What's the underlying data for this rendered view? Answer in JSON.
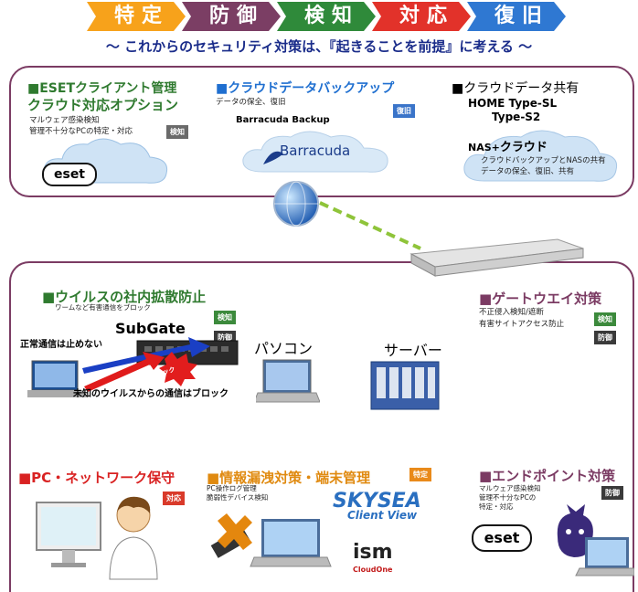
{
  "header": {
    "steps": [
      {
        "label": "特定",
        "color": "#f7a21b"
      },
      {
        "label": "防御",
        "color": "#7b3e64"
      },
      {
        "label": "検知",
        "color": "#2f8a3a"
      },
      {
        "label": "対応",
        "color": "#e2322a"
      },
      {
        "label": "復旧",
        "color": "#2f78d2"
      }
    ],
    "subtitle": "～ これからのセキュリティ対策は、『起きることを前提』に考える ～"
  },
  "cloud_section": {
    "eset": {
      "title_line1": "■ESETクライアント管理",
      "title_line2": "クラウド対応オプション",
      "desc_line1": "マルウェア感染検知",
      "desc_line2": "管理不十分なPCの特定・対応",
      "tag": "検知",
      "logo": "eset"
    },
    "backup": {
      "title": "■クラウドデータバックアップ",
      "desc": "データの保全、復旧",
      "product": "Barracuda Backup",
      "tag": "復旧",
      "logo": "Barracuda"
    },
    "share": {
      "title": "■クラウドデータ共有",
      "line1": "HOME Type-SL",
      "line2": "Type-S2",
      "line3_a": "NAS+",
      "line3_b": "クラウド",
      "desc_line1": "クラウドバックアップとNASの共有",
      "desc_line2": "データの保全、復旧、共有"
    }
  },
  "network_section": {
    "virus": {
      "title": "■ウイルスの社内拡散防止",
      "subtitle": "ワームなど有害通信をブロック",
      "product": "SubGate",
      "tag1": "検知",
      "tag2": "防御",
      "normal_label": "正常通信は止めない",
      "block_badge": "ブロック",
      "unknown_label": "未知のウイルスからの通信はブロック"
    },
    "pc_label": "パソコン",
    "server_label": "サーバー",
    "gateway": {
      "title": "■ゲートウエイ対策",
      "desc_line1": "不正侵入検知/遮断",
      "desc_line2": "有害サイトアクセス防止",
      "tag1": "検知",
      "tag2": "防御"
    },
    "pc_maint": {
      "title": "■PC・ネットワーク保守",
      "tag": "対応"
    },
    "leak": {
      "title": "■情報漏洩対策・端末管理",
      "tag": "特定",
      "desc_line1": "PC操作ログ管理",
      "desc_line2": "脆弱性デバイス検知",
      "product1_a": "SKYSEA",
      "product1_b": "Client View",
      "product2_a": "ism",
      "product2_b": "CloudOne"
    },
    "endpoint": {
      "title": "■エンドポイント対策",
      "tag": "防御",
      "desc_line1": "マルウェア感染検知",
      "desc_line2": "管理不十分なPCの",
      "desc_line3": "特定・対応",
      "logo": "eset"
    }
  }
}
